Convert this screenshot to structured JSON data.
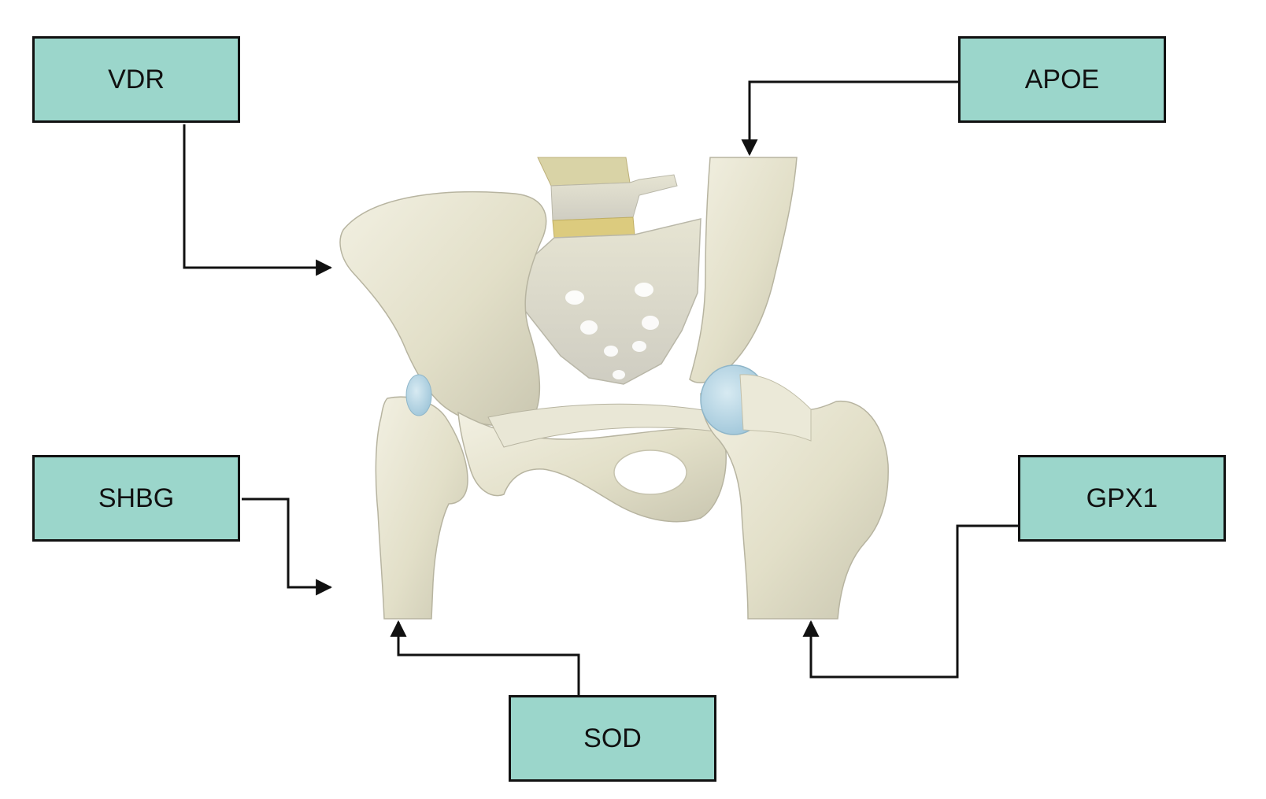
{
  "diagram": {
    "genes": {
      "vdr": "VDR",
      "apoe": "APOE",
      "shbg": "SHBG",
      "gpx1": "GPX1",
      "sod": "SOD"
    },
    "colors": {
      "box_fill": "#9bd6cb",
      "box_border": "#111111",
      "arrow": "#111111",
      "bone": "#e4e1cc",
      "cartilage": "#aacfe0",
      "disc": "#dccb7e"
    },
    "illustration": "pelvis-and-hip-joints"
  }
}
